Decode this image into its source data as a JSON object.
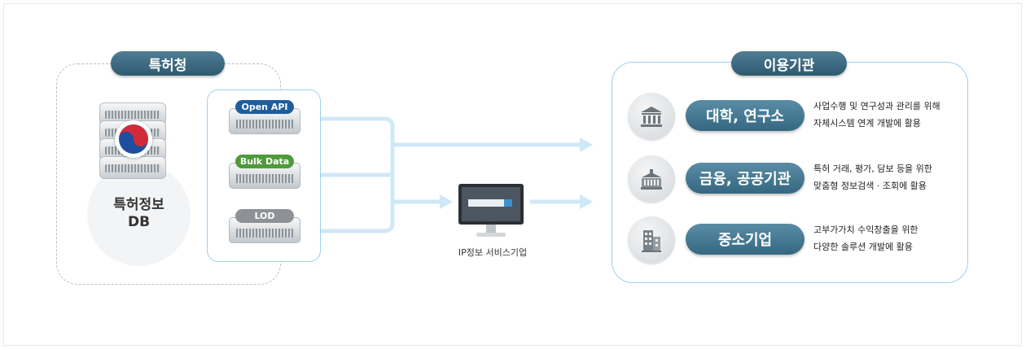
{
  "source": {
    "title": "특허청",
    "db_label_line1": "특허정보",
    "db_label_line2": "DB",
    "apis": [
      {
        "label": "Open API",
        "color": "#1f5e9c"
      },
      {
        "label": "Bulk Data",
        "color": "#4f9a3a"
      },
      {
        "label": "LOD",
        "color": "#8e9297"
      }
    ]
  },
  "service": {
    "label": "IP정보 서비스기업"
  },
  "users": {
    "title": "이용기관",
    "rows": [
      {
        "name": "대학, 연구소",
        "icon": "university-icon",
        "desc_line1": "사업수행 및 연구성과 관리를 위해",
        "desc_line2": "자체시스템 연계 개발에 활용"
      },
      {
        "name": "금융, 공공기관",
        "icon": "public-building-icon",
        "desc_line1": "특허 거래, 평가, 담보 등을 위한",
        "desc_line2": "맞춤형 정보검색 · 조회에 활용"
      },
      {
        "name": "중소기업",
        "icon": "office-building-icon",
        "desc_line1": "고부가가치 수익창출을 위한",
        "desc_line2": "다양한 솔루션 개발에 활용"
      }
    ]
  },
  "colors": {
    "pill_dark": "#356880",
    "panel_border": "#9fd0ee",
    "arrow": "#cfe8f7"
  }
}
